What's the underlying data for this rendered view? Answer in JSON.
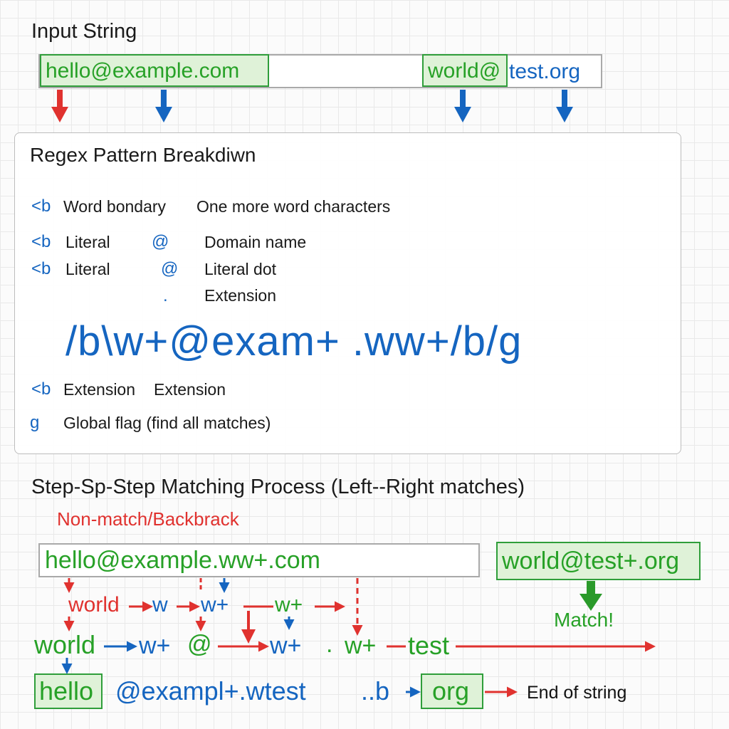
{
  "input_section": {
    "title": "Input String",
    "match1": "hello@example.com",
    "match2_user": "world@",
    "match2_domain": "test.org"
  },
  "breakdown": {
    "title": "Regex Pattern Breakdiwn",
    "rows": [
      {
        "sym": "<b",
        "label": "Word bondary",
        "right": "One more word characters"
      },
      {
        "sym": "<b",
        "label": "Literal",
        "mid": "@",
        "right": "Domain name"
      },
      {
        "sym": "<b",
        "label": "Literal",
        "mid": "@",
        "right": "Literal dot"
      },
      {
        "mid": ".",
        "right": "Extension"
      }
    ],
    "pattern": "/b\\w+@exam+ .ww+/b/g",
    "row5": {
      "sym": "<b",
      "label": "Extension",
      "right": "Extension"
    },
    "row6": {
      "sym": "g",
      "label": "Global flag (find all matches)"
    }
  },
  "process": {
    "title": "Step-Sp-Step Matching Process (Left--Right matches)",
    "non_match_label": "Non-match/Backbrack",
    "string_box": "hello@example.ww+.com",
    "match_box": "world@test+.org",
    "match_label": "Match!",
    "row1": [
      "world",
      "w",
      "w+",
      "w+"
    ],
    "row2": [
      "world",
      "w+",
      "@",
      "w+",
      ".",
      "w+",
      "test"
    ],
    "row3": {
      "hello": "hello",
      "middle": "@exampl+.wtest",
      "dots": "..b",
      "org": "org",
      "end": "End of string"
    }
  },
  "colors": {
    "match_green": "#27a127",
    "pattern_blue": "#1565c0",
    "fail_red": "#e0322f",
    "highlight_fill": "#dff2d8"
  }
}
